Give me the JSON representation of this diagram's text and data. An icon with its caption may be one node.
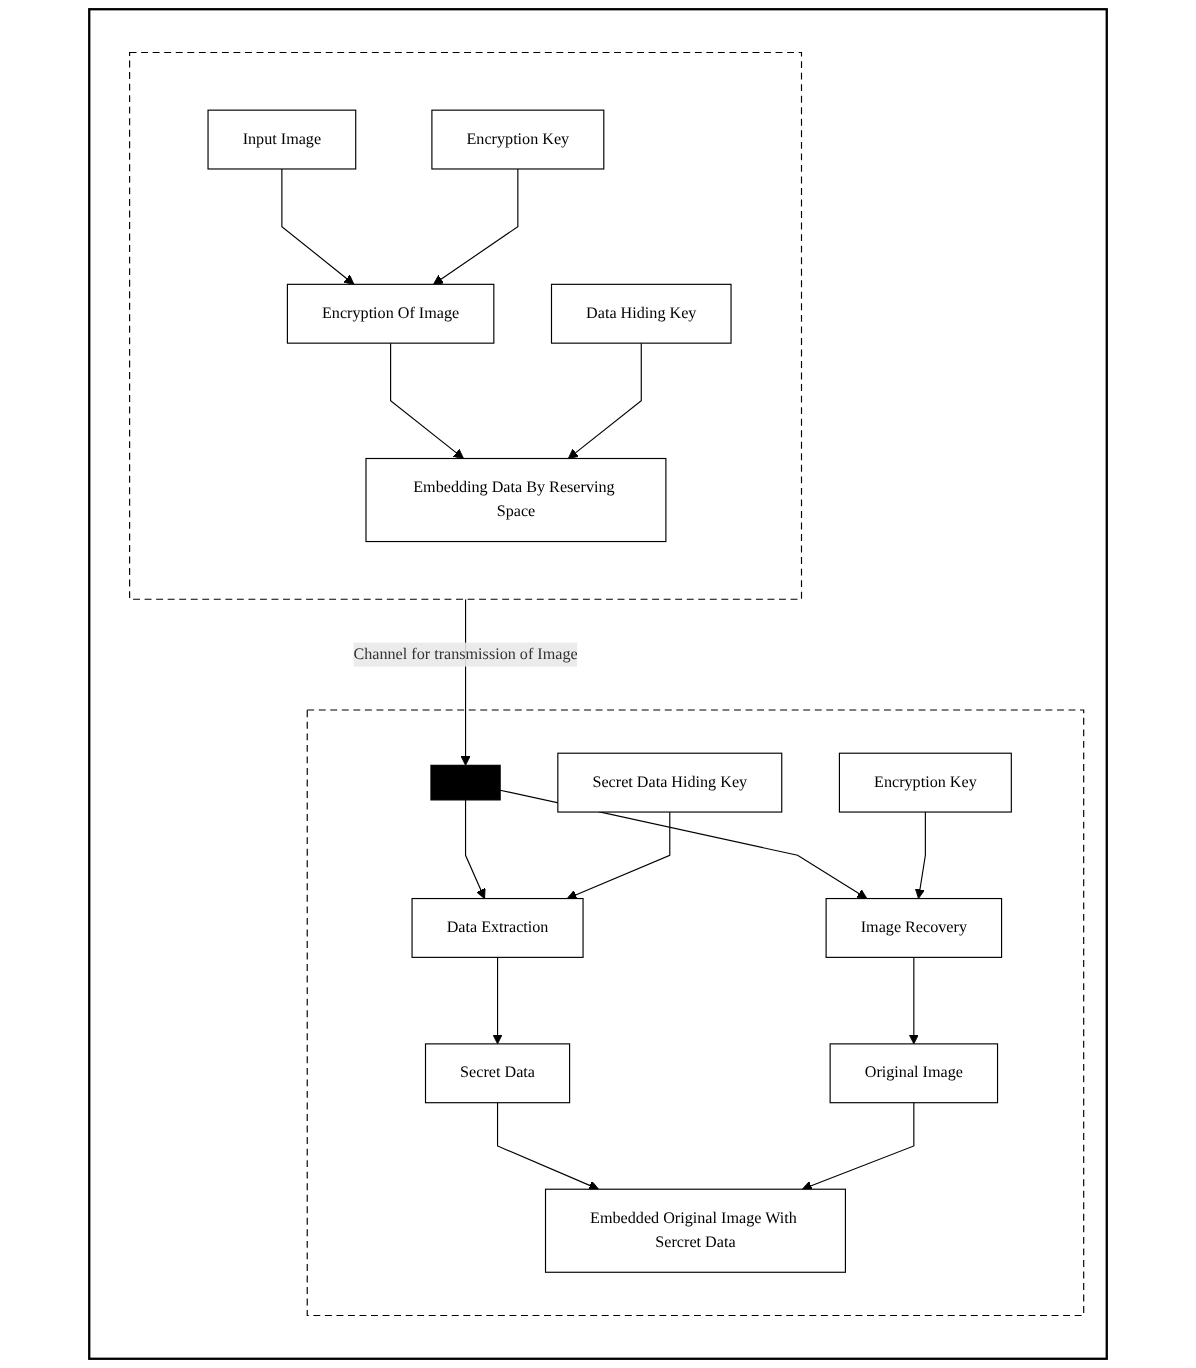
{
  "diagram": {
    "nodes": [
      {
        "text": [],
        "shape": "box"
      },
      {
        "text": [],
        "shape": "box",
        "in": 0
      },
      {
        "text": [
          "Input Image"
        ],
        "in": 1
      },
      {
        "text": [
          "Encryption Of Image"
        ],
        "in": 1
      },
      {
        "text": [
          "Encryption Key"
        ],
        "in": 1
      },
      {
        "text": [
          "Embedding Data By Reserving Space"
        ],
        "in": 1
      },
      {
        "text": [
          "Data Hiding Key"
        ],
        "in": 1
      },
      {
        "text": [],
        "shape": "box",
        "in": 0
      },
      {
        "text": [],
        "shape": "bar",
        "in": 7
      },
      {
        "text": [
          "Secret Data Hiding Key"
        ],
        "in": 7
      },
      {
        "text": [
          "Data Extraction"
        ],
        "in": 7
      },
      {
        "text": [
          "Encryption Key"
        ],
        "in": 7
      },
      {
        "text": [
          "Image Recovery"
        ],
        "in": 7
      },
      {
        "text": [
          "Secret Data"
        ],
        "in": 7
      },
      {
        "text": [
          "Original Image"
        ],
        "in": 7
      },
      {
        "text": [
          "Embedded Original Image With Sercret Data"
        ],
        "in": 7
      }
    ],
    "edges": [
      {
        "from": 2,
        "to": 3,
        "arrow": "to"
      },
      {
        "from": 4,
        "to": 3,
        "arrow": "to"
      },
      {
        "from": 3,
        "to": 5,
        "arrow": "to"
      },
      {
        "from": 6,
        "to": 5,
        "arrow": "to"
      },
      {
        "from": 1,
        "to": 8,
        "arrow": "to",
        "label": "Channel for transmission of Image"
      },
      {
        "from": 8,
        "to": 10,
        "arrow": "to"
      },
      {
        "from": 8,
        "to": 12,
        "arrow": "to"
      },
      {
        "from": 9,
        "to": 10,
        "arrow": "to"
      },
      {
        "from": 11,
        "to": 12,
        "arrow": "to"
      },
      {
        "from": 10,
        "to": 13,
        "arrow": "to"
      },
      {
        "from": 12,
        "to": 14,
        "arrow": "to"
      },
      {
        "from": 13,
        "to": 15,
        "arrow": "to"
      },
      {
        "from": 14,
        "to": 15,
        "arrow": "to"
      }
    ]
  }
}
